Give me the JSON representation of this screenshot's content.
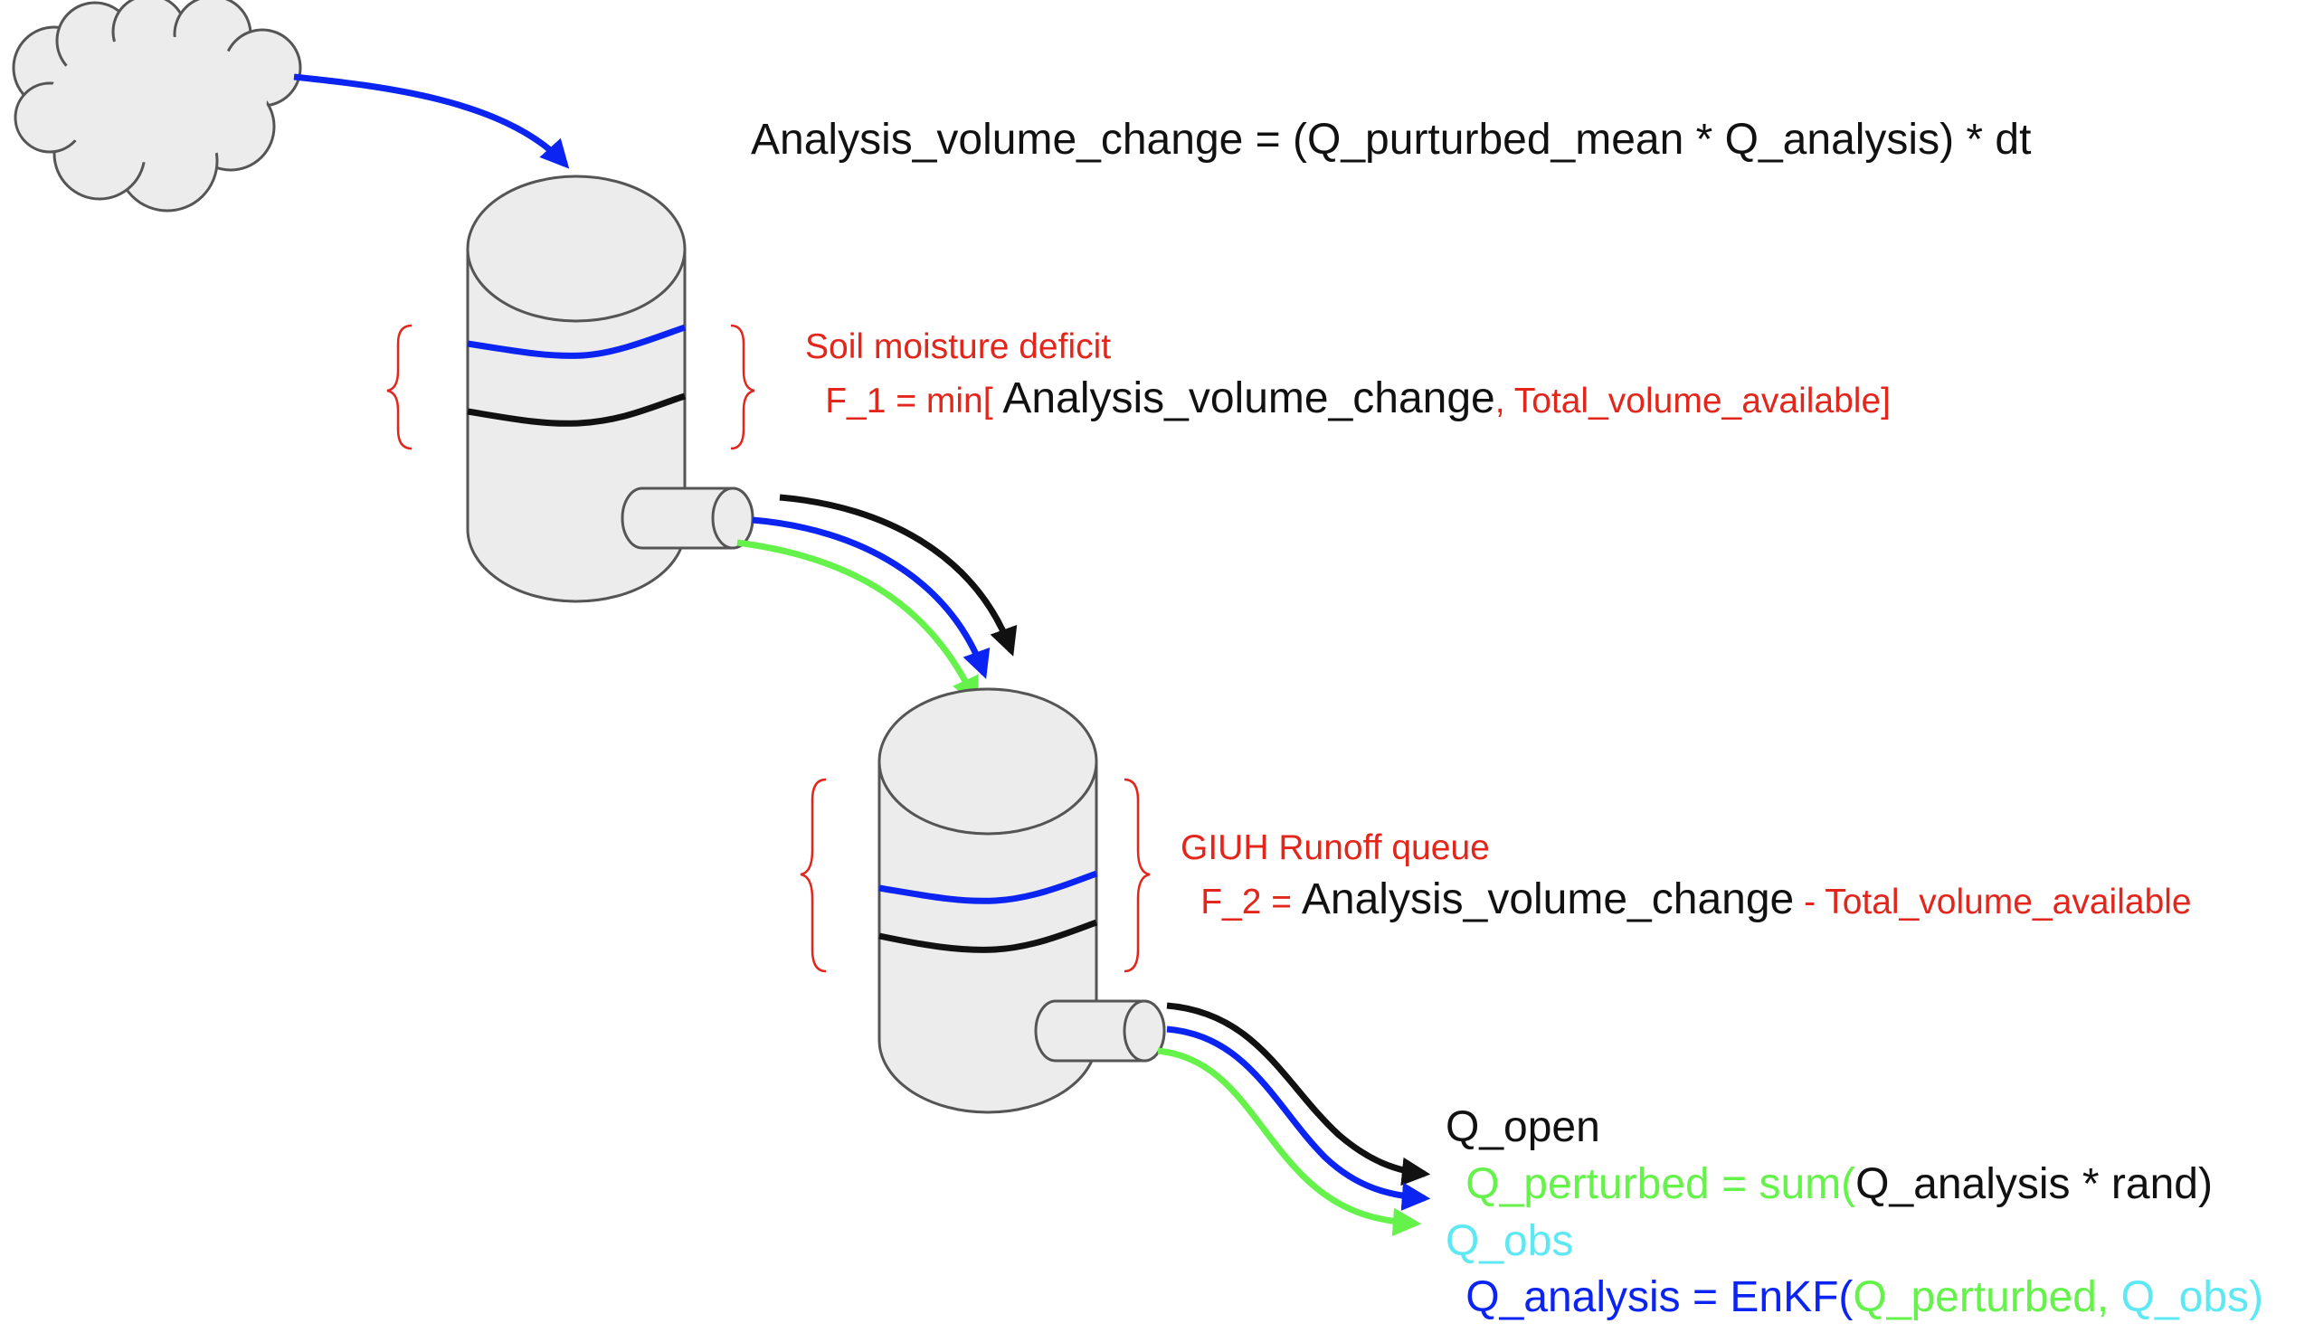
{
  "colors": {
    "red": "#e3261b",
    "blue": "#0b24f2",
    "green": "#65f24a",
    "cyan": "#5ee8f4",
    "black": "#111111",
    "tank_fill": "#ececec",
    "tank_stroke": "#555555"
  },
  "equation_top": "Analysis_volume_change = (Q_purturbed_mean * Q_analysis) * dt",
  "tank1": {
    "label": "Soil moisture deficit",
    "formula_prefix": "F_1 = min[ ",
    "formula_main": "Analysis_volume_change",
    "formula_suffix": ", Total_volume_available]"
  },
  "tank2": {
    "label": "GIUH Runoff queue",
    "formula_prefix": "F_2 = ",
    "formula_main": "Analysis_volume_change",
    "formula_suffix": " - Total_volume_available"
  },
  "outputs": {
    "q_open": "Q_open",
    "q_perturbed_prefix": "Q_perturbed = sum(",
    "q_perturbed_inner": "Q_analysis * rand)",
    "q_obs": "Q_obs",
    "q_analysis_prefix": "Q_analysis = EnKF(",
    "q_analysis_arg1": "Q_perturbed, ",
    "q_analysis_arg2": "Q_obs)"
  },
  "icons": [
    "cloud-icon",
    "tank-icon",
    "outlet-pipe-icon",
    "brace-icon",
    "arrow-icon"
  ]
}
